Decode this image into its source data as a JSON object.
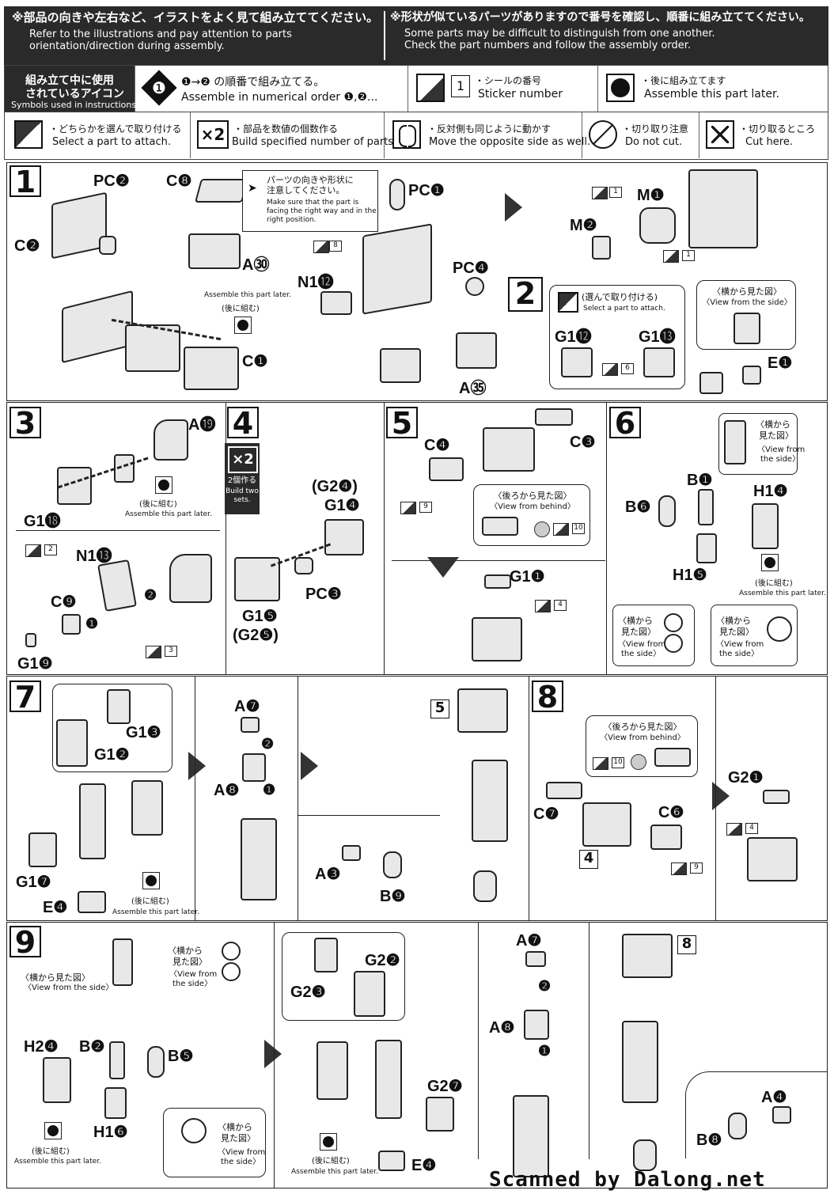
{
  "header": {
    "left_jp": "※部品の向きや左右など、イラストをよく見て組み立ててください。",
    "left_en1": "Refer to the illustrations and pay attention to parts",
    "left_en2": "orientation/direction during assembly.",
    "right_jp": "※形状が似ているパーツがありますので番号を確認し、順番に組み立ててください。",
    "right_en1": "Some parts may be difficult to distinguish from one another.",
    "right_en2": "Check the part numbers and follow the assembly order."
  },
  "legend": {
    "title_jp1": "組み立て中に使用",
    "title_jp2": "されているアイコン",
    "title_en": "Symbols used in instructions",
    "order_jp": "❶→❷ の順番で組み立てる。",
    "order_en": "Assemble in numerical order ❶,❷...",
    "order_icon": "❶",
    "sticker_jp": "・シールの番号",
    "sticker_en": "Sticker number",
    "sticker_num": "1",
    "later_jp": "・後に組み立てます",
    "later_en": "Assemble this part later.",
    "select_jp": "・どちらかを選んで取り付ける",
    "select_en": "Select a part to attach.",
    "x2_icon": "×2",
    "x2_jp": "・部品を数値の個数作る",
    "x2_en": "Build specified number of parts.",
    "opposite_jp": "・反対側も同じように動かす",
    "opposite_en": "Move the opposite side as well.",
    "nocut_jp": "・切り取り注意",
    "nocut_en": "Do not cut.",
    "cut_jp": "・切り取るところ",
    "cut_en": "Cut here."
  },
  "steps": {
    "s1": {
      "num": "1",
      "pc2": "PC❷",
      "c2": "C❷",
      "c8": "C❽",
      "a30": "A㉚",
      "c1": "C❶",
      "pc1": "PC❶",
      "n12": "N1⓬",
      "pc4": "PC❹",
      "a35": "A㉟",
      "m1": "M❶",
      "m2": "M❷",
      "st8": "8",
      "st1a": "1",
      "st1b": "1",
      "note_jp1": "パーツの向きや形状に",
      "note_jp2": "注意してください。",
      "note_en1": "Make sure that the part is",
      "note_en2": "facing the right way and in the",
      "note_en3": "right position.",
      "later_en": "Assemble this part later.",
      "later_jp": "(後に組む)"
    },
    "s2": {
      "num": "2",
      "select_jp": "(選んで取り付ける)",
      "select_en": "Select a part to attach.",
      "g12": "G1⓬",
      "g13": "G1⓭",
      "st6": "6",
      "e1": "E❶",
      "side_jp": "〈横から見た図〉",
      "side_en": "〈View from the side〉"
    },
    "s3": {
      "num": "3",
      "a19": "A⓳",
      "g18": "G1⓲",
      "n13": "N1⓭",
      "c9": "C❾",
      "g19": "G1❾",
      "st2": "2",
      "st3": "3",
      "later_jp": "(後に組む)",
      "later_en": "Assemble this part later.",
      "o1": "❶",
      "o2": "❷"
    },
    "s4": {
      "num": "4",
      "x2": "×2",
      "x2_jp": "2個作る",
      "x2_en1": "Build two",
      "x2_en2": "sets.",
      "g24": "(G2❹)",
      "g14": "G1❹",
      "pc3": "PC❸",
      "g15": "G1❺",
      "g25": "(G2❺)"
    },
    "s5": {
      "num": "5",
      "c4": "C❹",
      "c3": "C❸",
      "st9": "9",
      "behind_jp": "〈後ろから見た図〉",
      "behind_en": "〈View from behind〉",
      "st10": "10",
      "g1": "G1❶",
      "st4": "4"
    },
    "s6": {
      "num": "6",
      "side_jp1": "〈横から",
      "side_jp2": "見た図〉",
      "side_en1": "〈View from",
      "side_en2": "the side〉",
      "b1": "B❶",
      "h14": "H1❹",
      "b6": "B❻",
      "h15": "H1❺",
      "later_jp": "(後に組む)",
      "later_en": "Assemble this part later."
    },
    "s7": {
      "num": "7",
      "g13": "G1❸",
      "g12": "G1❷",
      "g17": "G1❼",
      "e4": "E❹",
      "later_jp": "(後に組む)",
      "later_en": "Assemble this part later.",
      "a7": "A❼",
      "a8": "A❽",
      "o1": "❶",
      "o2": "❷",
      "a3": "A❸",
      "b9": "B❾",
      "ref5": "5"
    },
    "s8": {
      "num": "8",
      "behind_jp": "〈後ろから見た図〉",
      "behind_en": "〈View from behind〉",
      "st10": "10",
      "c7": "C❼",
      "c6": "C❻",
      "ref4": "4",
      "st9": "9",
      "g21": "G2❶",
      "st4": "4"
    },
    "s9": {
      "num": "9",
      "side_jp": "〈横から見た図〉",
      "side_en": "〈View from the side〉",
      "side_jp2a": "〈横から",
      "side_jp2b": "見た図〉",
      "side_en2a": "〈View from",
      "side_en2b": "the side〉",
      "h24": "H2❹",
      "b2": "B❷",
      "b5": "B❺",
      "h16": "H1❻",
      "later_jp": "(後に組む)",
      "later_en": "Assemble this part later.",
      "g22": "G2❷",
      "g23": "G2❸",
      "g27": "G2❼",
      "e4": "E❹",
      "a7": "A❼",
      "a8": "A❽",
      "o1": "❶",
      "o2": "❷",
      "ref8": "8",
      "a4": "A❹",
      "b8": "B❽"
    }
  },
  "footer": "Scanned by Dalong.net"
}
